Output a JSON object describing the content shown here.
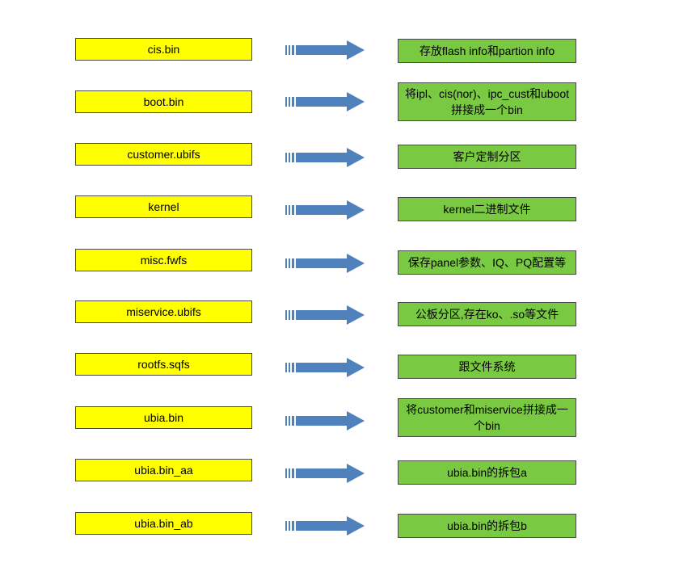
{
  "colors": {
    "file_box": "#ffff00",
    "desc_box": "#7ac943",
    "arrow": "#4f81bd",
    "border": "#4a4a4a"
  },
  "rows": [
    {
      "file": "cis.bin",
      "desc": "存放flash info和partion info"
    },
    {
      "file": "boot.bin",
      "desc": "将ipl、cis(nor)、ipc_cust和uboot拼接成一个bin"
    },
    {
      "file": "customer.ubifs",
      "desc": "客户定制分区"
    },
    {
      "file": "kernel",
      "desc": "kernel二进制文件"
    },
    {
      "file": "misc.fwfs",
      "desc": "保存panel参数、IQ、PQ配置等"
    },
    {
      "file": "miservice.ubifs",
      "desc": "公板分区,存在ko、.so等文件"
    },
    {
      "file": "rootfs.sqfs",
      "desc": "跟文件系统"
    },
    {
      "file": "ubia.bin",
      "desc": "将customer和miservice拼接成一个bin"
    },
    {
      "file": "ubia.bin_aa",
      "desc": "ubia.bin的拆包a"
    },
    {
      "file": "ubia.bin_ab",
      "desc": "ubia.bin的拆包b"
    }
  ]
}
